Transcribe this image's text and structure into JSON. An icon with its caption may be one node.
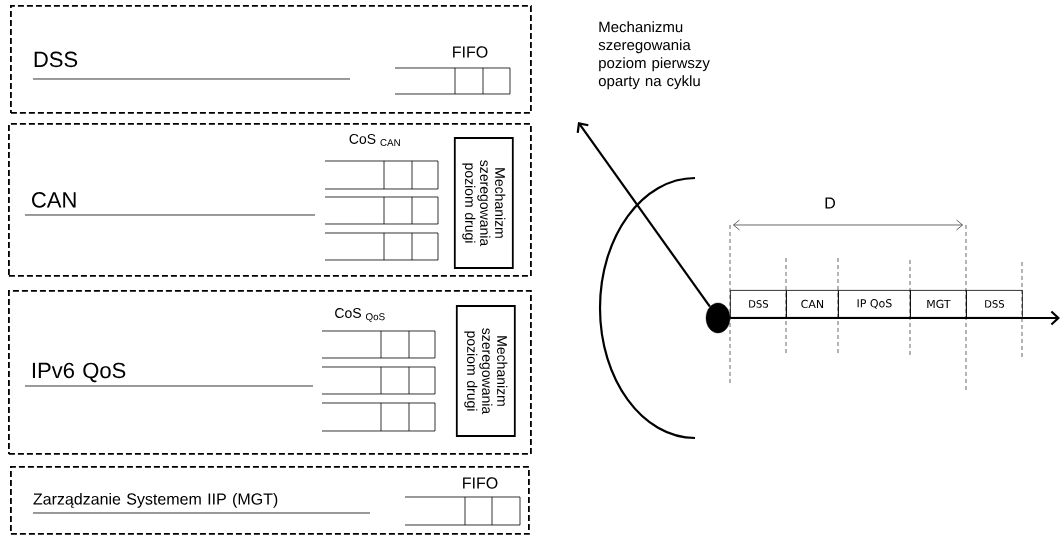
{
  "diagram": {
    "nodes": [
      {
        "text": [
          "DSS"
        ]
      },
      {
        "text": [
          "CAN"
        ]
      },
      {
        "text": [
          "Mechanizm szeregowania poziom drugi"
        ],
        "in": 1
      },
      {
        "text": [
          "IPv6 QoS"
        ]
      },
      {
        "text": [
          "Mechanizm szeregowania poziom drugi"
        ],
        "in": 3
      },
      {
        "text": [
          "Zarządzanie Systemem IIP (MGT)"
        ]
      },
      {
        "text": [],
        "shape": "circle"
      },
      {
        "text": [
          "DSS"
        ]
      },
      {
        "text": [
          "CAN"
        ]
      },
      {
        "text": [
          "IP QoS"
        ]
      },
      {
        "text": [
          "MGT"
        ]
      },
      {
        "text": [
          "DSS"
        ]
      }
    ],
    "edges": [
      {
        "from": 6,
        "to": null,
        "arrow": "to"
      },
      {
        "from": 6,
        "to": null,
        "arrow": "to"
      }
    ],
    "labels": [
      "FIFO",
      "CoS $_{CAN}$",
      "CoS $_{QoS}$",
      "FIFO",
      "Mechanizmu szeregowania poziom pierwszy oparty na cyklu",
      "D"
    ]
  }
}
